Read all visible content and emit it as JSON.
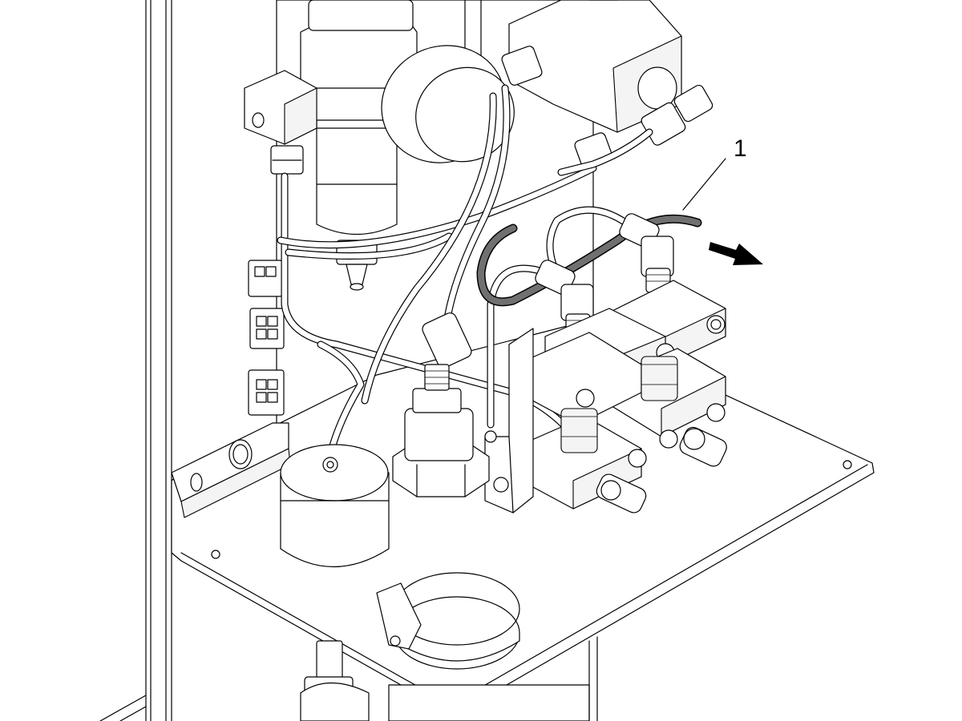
{
  "callouts": [
    {
      "id": "1",
      "label": "1",
      "target": "hose"
    }
  ],
  "arrow": {
    "meaning": "pull direction",
    "color": "#000000"
  },
  "colors": {
    "line": "#000000",
    "background": "#ffffff",
    "highlight_hose": "#707070"
  }
}
